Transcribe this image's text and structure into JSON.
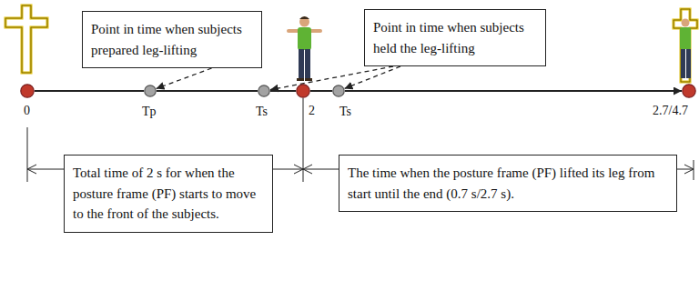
{
  "diagram": {
    "nodes": [
      {
        "text": [
          "Point in time when subjects prepared leg-lifting"
        ]
      },
      {
        "text": [
          "Point in time when subjects held the leg-lifting"
        ]
      },
      {
        "text": [
          "0"
        ]
      },
      {
        "text": [
          "Tp"
        ]
      },
      {
        "text": [
          "Ts"
        ]
      },
      {
        "text": [
          "2"
        ]
      },
      {
        "text": [
          "Ts"
        ]
      },
      {
        "text": [
          "2.7/4.7"
        ]
      },
      {
        "text": [
          "Total time of 2 s for when the posture frame (PF) starts to move to the front of the subjects."
        ]
      },
      {
        "text": [
          "The time when the posture frame (PF) lifted its leg from start until the end (0.7 s/2.7 s)."
        ]
      }
    ],
    "edges": [
      {
        "from": 2,
        "to": 3,
        "arrow": "none"
      },
      {
        "from": 3,
        "to": 4,
        "arrow": "none"
      },
      {
        "from": 4,
        "to": 5,
        "arrow": "none"
      },
      {
        "from": 5,
        "to": 6,
        "arrow": "none"
      },
      {
        "from": 6,
        "to": 7,
        "arrow": "to"
      },
      {
        "from": 0,
        "to": 3,
        "arrow": "to"
      },
      {
        "from": 1,
        "to": 4,
        "arrow": "to"
      },
      {
        "from": 1,
        "to": 6,
        "arrow": "to"
      }
    ]
  }
}
